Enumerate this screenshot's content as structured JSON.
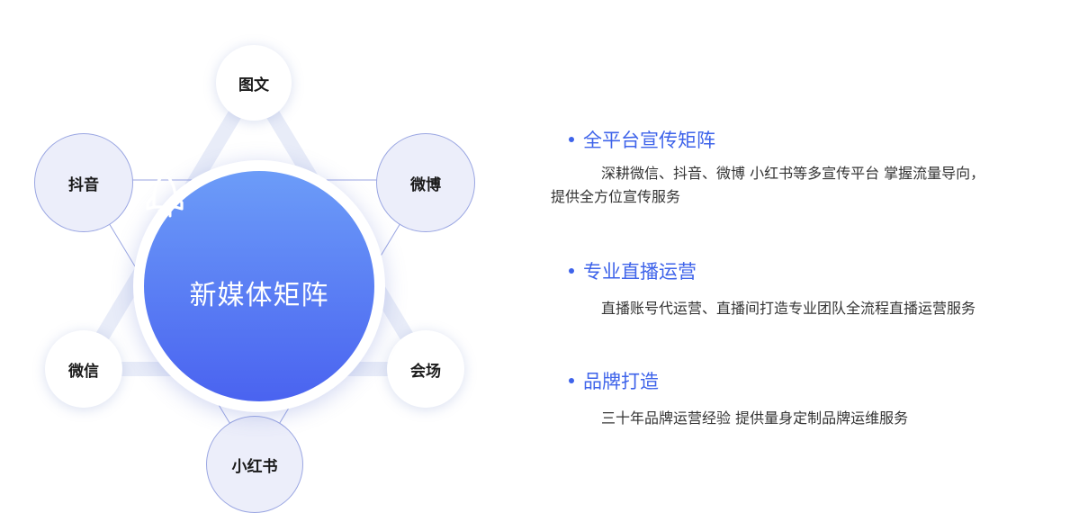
{
  "hub": {
    "title": "新媒体矩阵",
    "icon": "rocket-icon",
    "gradient_top": "#6c9cf8",
    "gradient_bottom": "#4a63f0"
  },
  "nodes": {
    "top": "图文",
    "upper_left": "抖音",
    "upper_right": "微博",
    "lower_left": "微信",
    "lower_right": "会场",
    "bottom": "小红书"
  },
  "features": [
    {
      "title": "全平台宣传矩阵",
      "desc_line1": "深耕微信、抖音、微博 小红书等多宣传平台 掌握流量导向，",
      "desc_line2": "提供全方位宣传服务"
    },
    {
      "title": "专业直播运营",
      "desc_line1": "直播账号代运营、直播间打造专业团队全流程直播运营服务"
    },
    {
      "title": "品牌打造",
      "desc_line1": "三十年品牌运营经验 提供量身定制品牌运维服务"
    }
  ],
  "colors": {
    "accent": "#3e63ea",
    "tint_node": "#eceefa",
    "triangle": "#e6eaf8"
  }
}
